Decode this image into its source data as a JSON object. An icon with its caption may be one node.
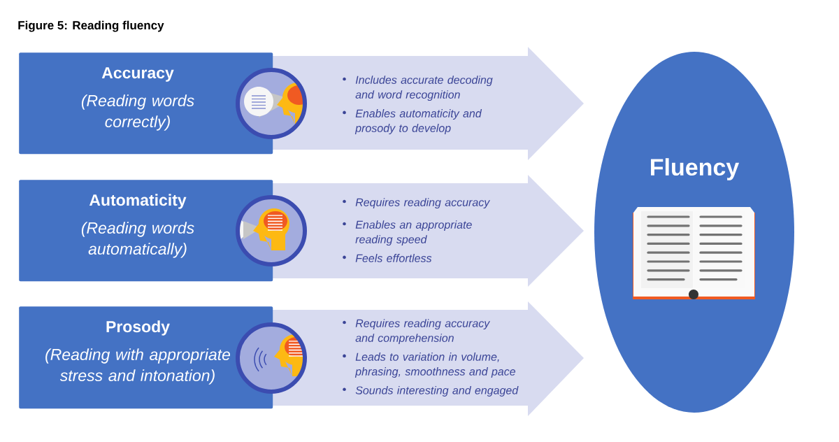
{
  "diagram": {
    "title": "Figure 5: Reading fluency",
    "nodes": [
      {
        "text": [
          "Accuracy",
          "(Reading words correctly)"
        ]
      },
      {
        "text": [
          "Includes accurate decoding and word recognition",
          "Enables automaticity and prosody to develop"
        ]
      },
      {
        "text": [
          "Automaticity",
          "(Reading words automatically)"
        ]
      },
      {
        "text": [
          "Requires reading accuracy",
          "Enables an appropriate reading speed",
          "Feels effortless"
        ]
      },
      {
        "text": [
          "Prosody",
          "(Reading with appropriate stress and intonation)"
        ]
      },
      {
        "text": [
          "Requires reading accuracy and comprehension",
          "Leads to variation in volume, phrasing, smoothness and pace",
          "Sounds interesting and engaged"
        ]
      },
      {
        "text": [
          "Fluency"
        ]
      }
    ]
  }
}
